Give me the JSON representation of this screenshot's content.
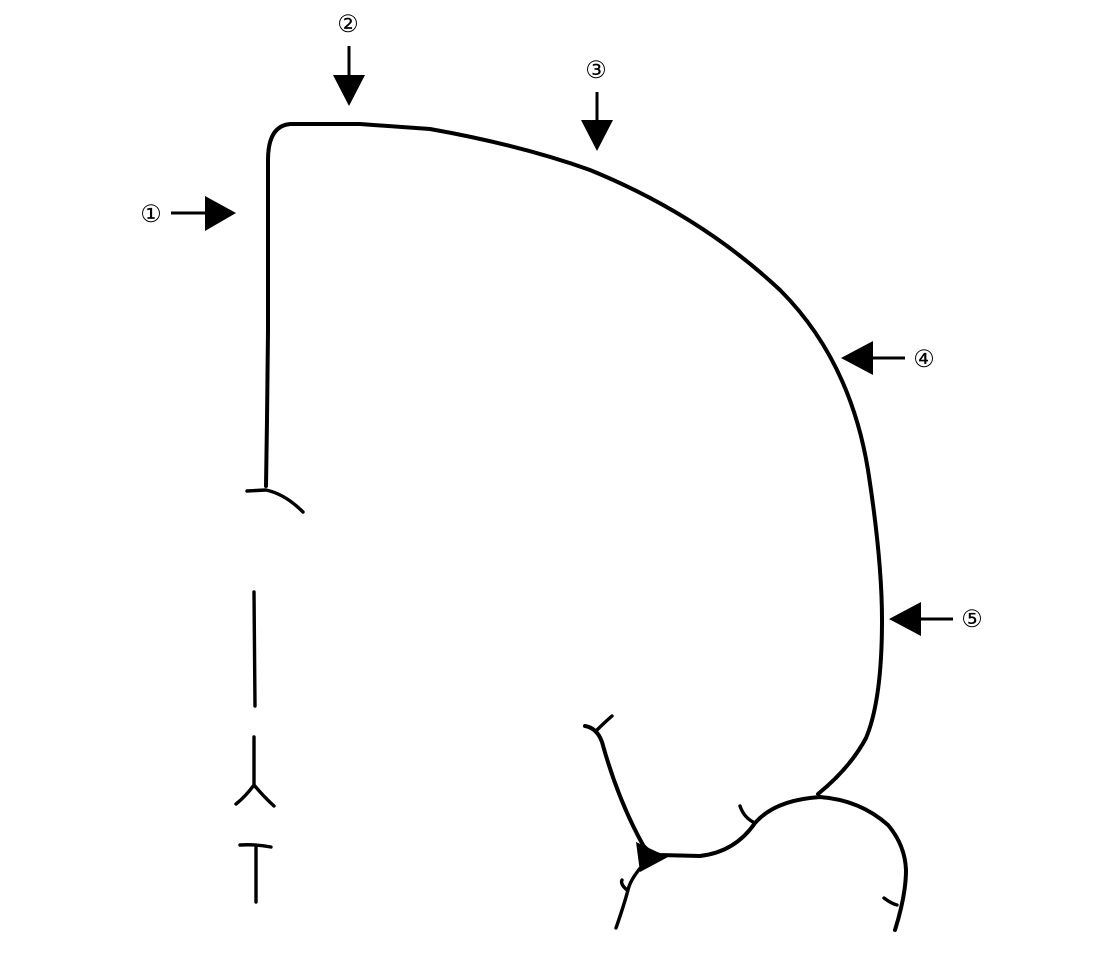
{
  "markers": [
    {
      "id": "marker-1",
      "label": "①"
    },
    {
      "id": "marker-2",
      "label": "②"
    },
    {
      "id": "marker-3",
      "label": "③"
    },
    {
      "id": "marker-4",
      "label": "④"
    },
    {
      "id": "marker-5",
      "label": "⑤"
    }
  ],
  "colors": {
    "line": "#000000",
    "background": "#ffffff"
  }
}
